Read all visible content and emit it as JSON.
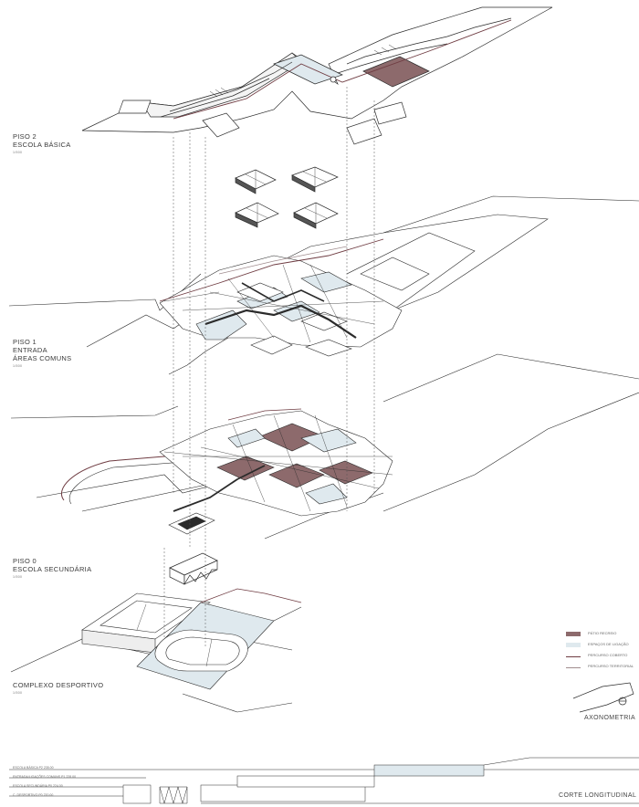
{
  "labels": {
    "piso2": {
      "line1": "PISO 2",
      "line2": "ESCOLA BÁSICA",
      "scale": "1/500"
    },
    "piso1": {
      "line1": "PISO 1",
      "line2": "ENTRADA",
      "line3": "ÁREAS COMUNS",
      "scale": "1/500"
    },
    "piso0": {
      "line1": "PISO 0",
      "line2": "ESCOLA SECUNDÁRIA",
      "scale": "1/500"
    },
    "complexo": {
      "line1": "COMPLEXO DESPORTIVO",
      "scale": "1/500"
    }
  },
  "legend": [
    {
      "text": "PÁTIO RECREIO",
      "kind": "fill",
      "color": "#8d6a6c"
    },
    {
      "text": "ESPAÇOS DE LIGAÇÃO",
      "kind": "fill",
      "color": "#dfe9ee"
    },
    {
      "text": "PERCURSO COBERTO",
      "kind": "line",
      "color": "#6f3c42"
    },
    {
      "text": "PERCURSO TERRITORIAL",
      "kind": "line",
      "color": "#a08c8e"
    }
  ],
  "axonometria": "AXONOMETRIA",
  "corte": "CORTE LONGITUDINAL",
  "section_labels": [
    "ESCOLA BÁSICA P2  235.00",
    "ENTRADA/LIGAÇÕES COMUNS P1  228.00",
    "ESCOLA SECUNDÁRIA P0  224.00",
    "C. DESPORTIVO P0  220.00"
  ],
  "colors": {
    "patio": "#8d6a6c",
    "ligacao": "#dfe9ee",
    "coberto": "#6f3c42",
    "territorial": "#a08c8e",
    "ink": "#2b2b2b"
  }
}
